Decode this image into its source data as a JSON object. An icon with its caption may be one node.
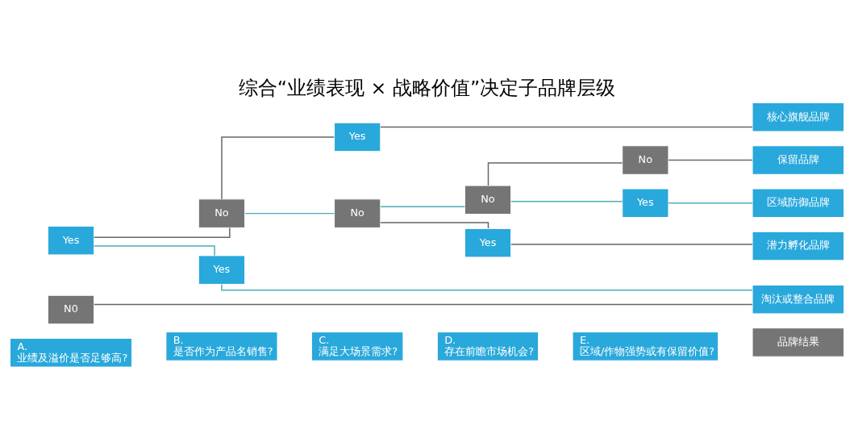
{
  "diagram": {
    "title": "综合“业绩表现 × 战略价值”决定子品牌层级",
    "nodes": [
      {
        "text": [
          "A.",
          "业绩及溢价是否足够高?"
        ]
      },
      {
        "text": [
          "B.",
          "是否作为产品名销售?"
        ]
      },
      {
        "text": [
          "C.",
          "满足大场景需求?"
        ]
      },
      {
        "text": [
          "D.",
          "存在前瞻市场机会?"
        ]
      },
      {
        "text": [
          "E.",
          "区域/作物强势或有保留价值?"
        ]
      },
      {
        "text": [
          "品牌结果"
        ]
      },
      {
        "text": [
          "Yes"
        ]
      },
      {
        "text": [
          "N0"
        ]
      },
      {
        "text": [
          "No"
        ]
      },
      {
        "text": [
          "Yes"
        ]
      },
      {
        "text": [
          "Yes"
        ]
      },
      {
        "text": [
          "No"
        ]
      },
      {
        "text": [
          "No"
        ]
      },
      {
        "text": [
          "Yes"
        ]
      },
      {
        "text": [
          "No"
        ]
      },
      {
        "text": [
          "Yes"
        ]
      },
      {
        "text": [
          "核心旗舰品牌"
        ]
      },
      {
        "text": [
          "保留品牌"
        ]
      },
      {
        "text": [
          "区域防御品牌"
        ]
      },
      {
        "text": [
          "潜力孵化品牌"
        ]
      },
      {
        "text": [
          "淘汰或整合品牌"
        ]
      }
    ],
    "edges": [
      {
        "from": 6,
        "to": 8,
        "arrow": "none"
      },
      {
        "from": 6,
        "to": 9,
        "arrow": "none",
        "color": "#4aadb8"
      },
      {
        "from": 8,
        "to": 10,
        "arrow": "none"
      },
      {
        "from": 8,
        "to": 11,
        "arrow": "none",
        "color": "#4aadb8"
      },
      {
        "from": 10,
        "to": 16,
        "arrow": "none"
      },
      {
        "from": 11,
        "to": 12,
        "arrow": "none",
        "color": "#4aadb8"
      },
      {
        "from": 11,
        "to": 13,
        "arrow": "none"
      },
      {
        "from": 12,
        "to": 14,
        "arrow": "none"
      },
      {
        "from": 12,
        "to": 15,
        "arrow": "none",
        "color": "#4aadb8"
      },
      {
        "from": 14,
        "to": 17,
        "arrow": "none"
      },
      {
        "from": 15,
        "to": 18,
        "arrow": "none",
        "color": "#4aadb8"
      },
      {
        "from": 13,
        "to": 19,
        "arrow": "none"
      },
      {
        "from": 9,
        "to": 20,
        "arrow": "none",
        "color": "#4aadb8"
      },
      {
        "from": 7,
        "to": 20,
        "arrow": "none"
      }
    ]
  }
}
